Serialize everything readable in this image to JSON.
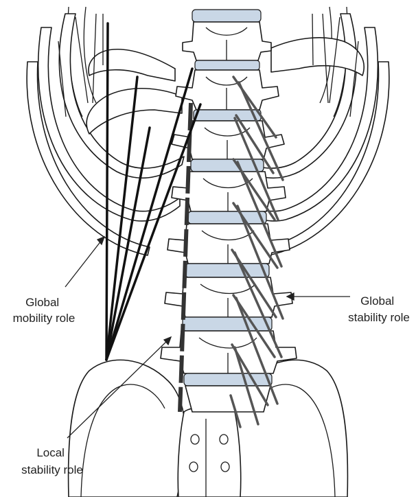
{
  "labels": {
    "global_mobility": [
      "Global",
      "mobility role"
    ],
    "global_stability": [
      "Global",
      "stability role"
    ],
    "local_stability": [
      "Local",
      "stability role"
    ]
  },
  "colors": {
    "bone_outline": "#1a1a1a",
    "disc": "#c9d7e6",
    "mobility_muscle": "#111111",
    "stability_muscle": "#555555",
    "local_muscle": "#333333",
    "label_text": "#222222"
  }
}
